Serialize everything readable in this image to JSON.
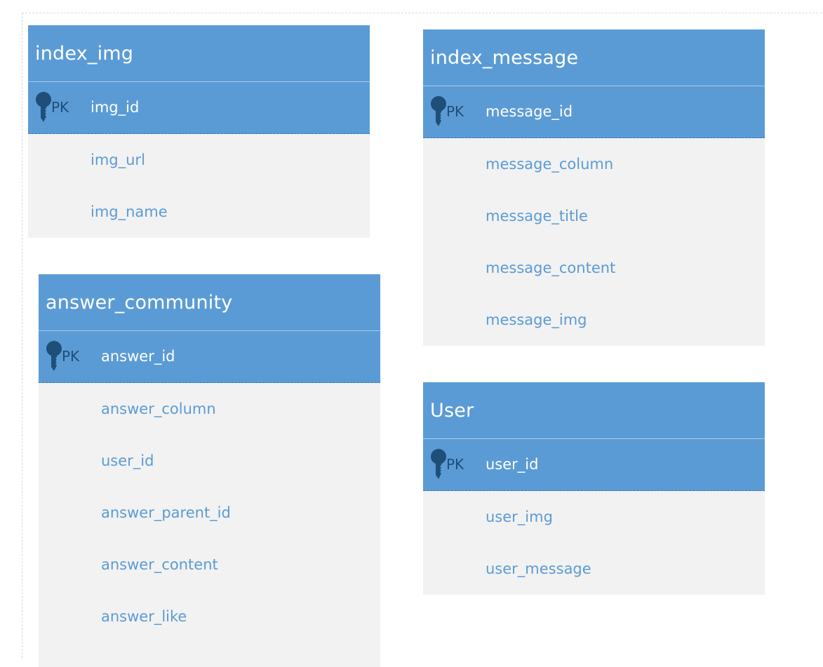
{
  "pk_tag": "PK",
  "colors": {
    "header": "#5b9bd5",
    "field_text": "#5b9bd5",
    "pk_text": "#1f4e79",
    "body": "#f2f2f2"
  },
  "icons": {
    "primary_key": "key-icon"
  },
  "entities": {
    "index_img": {
      "title": "index_img",
      "pk": "img_id",
      "fields": [
        "img_url",
        "img_name"
      ]
    },
    "index_message": {
      "title": "index_message",
      "pk": "message_id",
      "fields": [
        "message_column",
        "message_title",
        "message_content",
        "message_img"
      ]
    },
    "answer_community": {
      "title": "answer_community",
      "pk": "answer_id",
      "fields": [
        "answer_column",
        "user_id",
        "answer_parent_id",
        "answer_content",
        "answer_like"
      ]
    },
    "user": {
      "title": "User",
      "pk": "user_id",
      "fields": [
        "user_img",
        "user_message"
      ]
    }
  }
}
